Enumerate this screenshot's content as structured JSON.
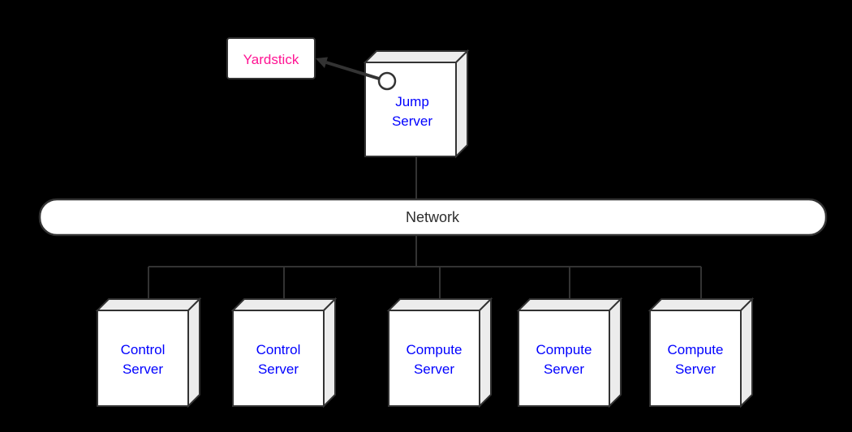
{
  "diagram": {
    "background_color": "#000000",
    "line_color": "#333333",
    "box_fill_color": "#ffffff",
    "box_side_color": "#ececec",
    "nodes": {
      "yardstick": {
        "label": "Yardstick",
        "text_color": "#ff1493"
      },
      "jump_server": {
        "line1": "Jump",
        "line2": "Server",
        "text_color": "#0000ff"
      },
      "network": {
        "label": "Network",
        "text_color": "#2d2d2d"
      },
      "servers": [
        {
          "line1": "Control",
          "line2": "Server",
          "text_color": "#0000ff"
        },
        {
          "line1": "Control",
          "line2": "Server",
          "text_color": "#0000ff"
        },
        {
          "line1": "Compute",
          "line2": "Server",
          "text_color": "#0000ff"
        },
        {
          "line1": "Compute",
          "line2": "Server",
          "text_color": "#0000ff"
        },
        {
          "line1": "Compute",
          "line2": "Server",
          "text_color": "#0000ff"
        }
      ]
    }
  }
}
